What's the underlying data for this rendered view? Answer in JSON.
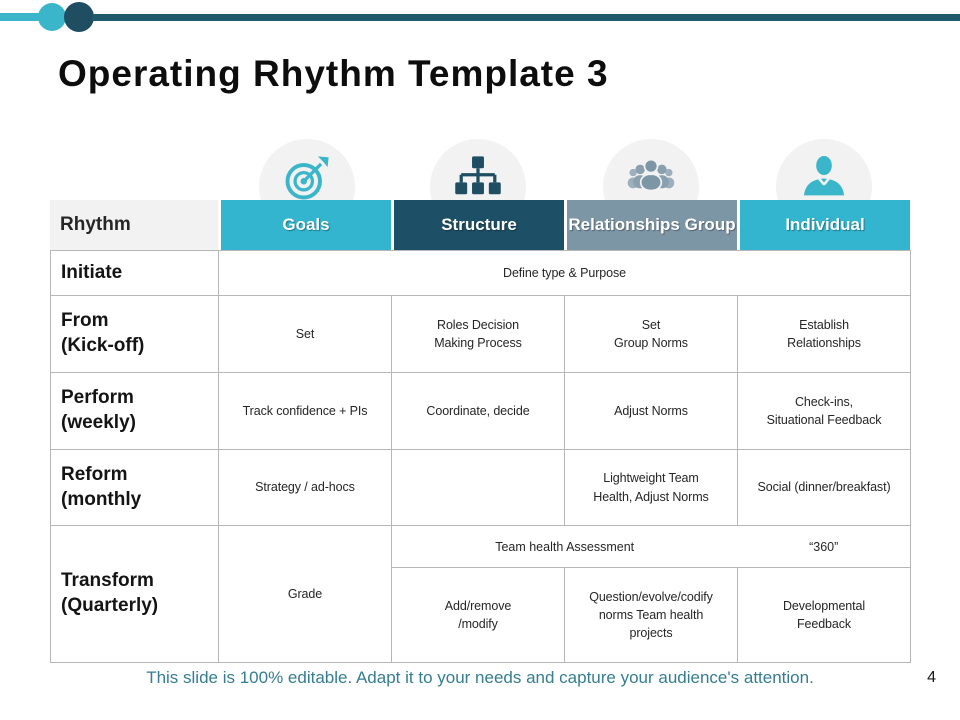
{
  "slide": {
    "title": "Operating Rhythm Template 3",
    "footer": "This slide is 100% editable. Adapt it to your needs and capture your audience's attention.",
    "page_number": "4"
  },
  "colors": {
    "accent_light_teal": "#3ab5c9",
    "accent_dark_navy": "#1f4e63",
    "accent_dark_teal_line": "#1f5a6b",
    "header_teal": "#33b5cf",
    "header_navy": "#1d4f66",
    "header_slate_blue": "#7d96a6",
    "header_gray": "#f2f2f2",
    "icon_circle_bg": "#f2f2f2",
    "table_border": "#b7b7b7",
    "footer_text": "#357d92"
  },
  "icons": [
    {
      "name": "target-icon",
      "color": "#3ab5c9"
    },
    {
      "name": "org-structure-icon",
      "color": "#1f4e63"
    },
    {
      "name": "people-group-icon",
      "color": "#7d96a6"
    },
    {
      "name": "person-icon",
      "color": "#3ab5c9"
    }
  ],
  "table": {
    "header": {
      "rhythm": "Rhythm",
      "columns": [
        {
          "label": "Goals"
        },
        {
          "label": "Structure"
        },
        {
          "label": "Relationships Group"
        },
        {
          "label": "Individual"
        }
      ]
    },
    "rows": [
      {
        "label": "Initiate",
        "merged": "Define type & Purpose"
      },
      {
        "label": "From\n(Kick-off)",
        "cells": [
          "Set",
          "Roles Decision\nMaking Process",
          "Set\nGroup Norms",
          "Establish\nRelationships"
        ]
      },
      {
        "label": "Perform\n(weekly)",
        "cells": [
          "Track confidence + PIs",
          "Coordinate, decide",
          "Adjust Norms",
          "Check-ins,\nSituational Feedback"
        ]
      },
      {
        "label": "Reform\n(monthly",
        "cells": [
          "Strategy / ad-hocs",
          "",
          "Lightweight Team\nHealth, Adjust Norms",
          "Social (dinner/breakfast)"
        ]
      },
      {
        "label": "Transform\n(Quarterly)",
        "goals": "Grade",
        "top": {
          "assessment": "Team health Assessment",
          "quote": "“360”"
        },
        "bottom": [
          "Add/remove\n/modify",
          "Question/evolve/codify\nnorms Team health\nprojects",
          "Developmental\nFeedback"
        ]
      }
    ]
  }
}
